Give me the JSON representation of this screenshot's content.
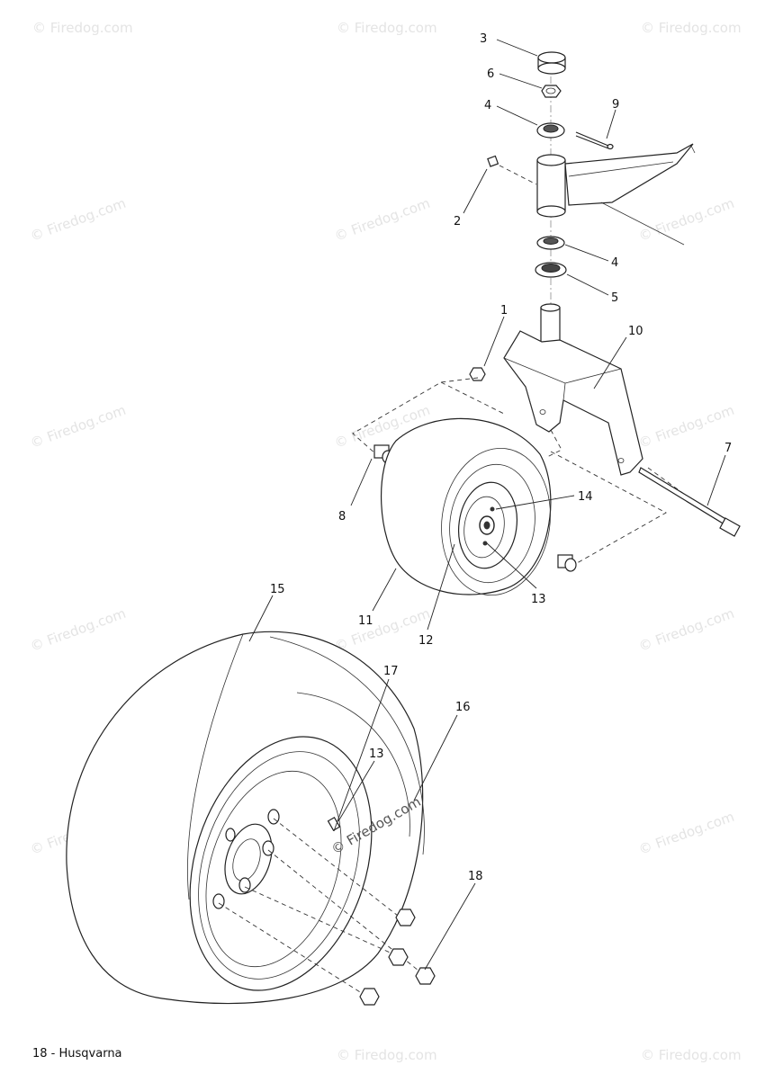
{
  "watermark": "© Firedog.com",
  "callouts": {
    "p3": "3",
    "p6": "6",
    "p4a": "4",
    "p9": "9",
    "p2": "2",
    "p4b": "4",
    "p5": "5",
    "p1": "1",
    "p10": "10",
    "p7": "7",
    "p8": "8",
    "p14": "14",
    "p13a": "13",
    "p11": "11",
    "p12": "12",
    "p15": "15",
    "p17": "17",
    "p16": "16",
    "p13b": "13",
    "p18": "18"
  },
  "footer": {
    "page_label": "18 - Husqvarna"
  }
}
